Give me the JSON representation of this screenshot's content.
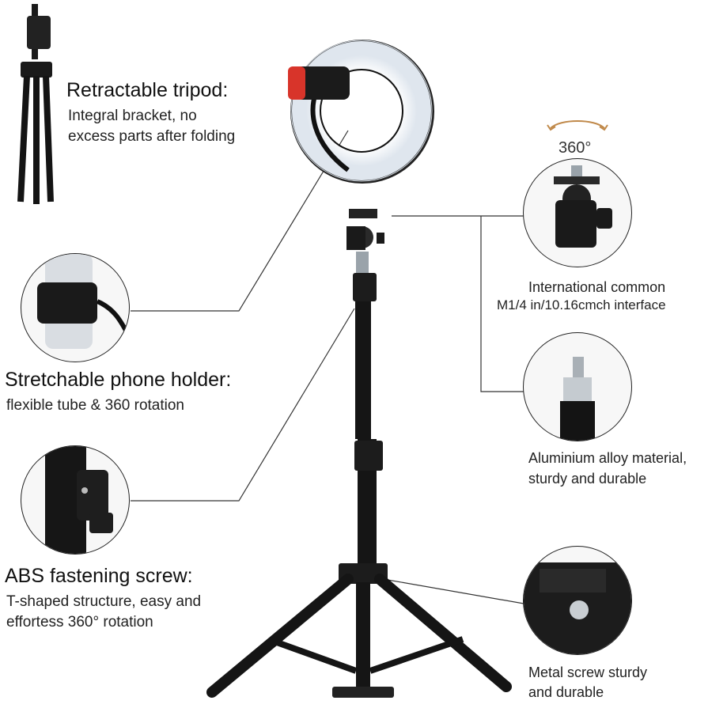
{
  "features": {
    "tripod": {
      "title": "Retractable tripod:",
      "desc_line1": "Integral bracket, no",
      "desc_line2": "excess parts after folding"
    },
    "phone_holder": {
      "title": "Stretchable phone holder:",
      "desc": "flexible tube & 360 rotation"
    },
    "abs_screw": {
      "title": "ABS fastening screw:",
      "desc_line1": "T-shaped structure, easy and",
      "desc_line2": "effortess 360° rotation"
    },
    "interface": {
      "rotation": "360°",
      "line1": "International common",
      "line2": "M1/4 in/10.16cmch interface"
    },
    "material": {
      "line1": "Aluminium alloy material,",
      "line2": "sturdy and durable"
    },
    "metal_screw": {
      "line1": "Metal screw sturdy",
      "line2": "and durable"
    }
  },
  "colors": {
    "line": "#333333",
    "accent_red": "#d8342a",
    "metal": "#1a1a1a",
    "glow": "#eef2f6"
  }
}
